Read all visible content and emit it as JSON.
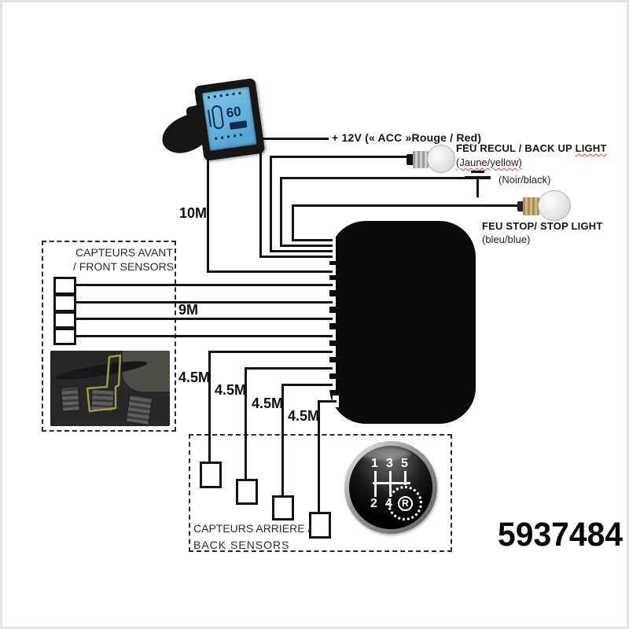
{
  "labels": {
    "power_bold": "+ 12V",
    "power_rest": "(« ACC »Rouge / ",
    "power_red": "Red)",
    "backup_title_a": "FEU RECUL / BACK UP ",
    "backup_title_b": "LIGHT",
    "backup_sub": "(Jaune/yellow)",
    "ground": "(Noir/black)",
    "stop_title": "FEU STOP/ STOP LIGHT",
    "stop_sub": "(bleu/blue)",
    "cable_display": "10M",
    "cable_front": "9M",
    "cable_rear": [
      "4.5M",
      "4.5M",
      "4.5M",
      "4.5M"
    ],
    "front_line1": "CAPTEURS AVANT",
    "front_line2": "/ FRONT SENSORS",
    "rear_line1": "CAPTEURS ARRIERE /",
    "rear_line2": "BACK SENSORS",
    "part_number": "5937484"
  },
  "display": {
    "distance": "60"
  },
  "gear": {
    "d1": "1",
    "d2": "3",
    "d3": "5",
    "d4": "2",
    "d5": "4",
    "reverse": "R"
  },
  "colors": {
    "wire": "#141414",
    "screen_blue": "#5fb2e0",
    "stop_bulb_base": "#b3985e",
    "pedal_outline": "#9c9c3a"
  }
}
